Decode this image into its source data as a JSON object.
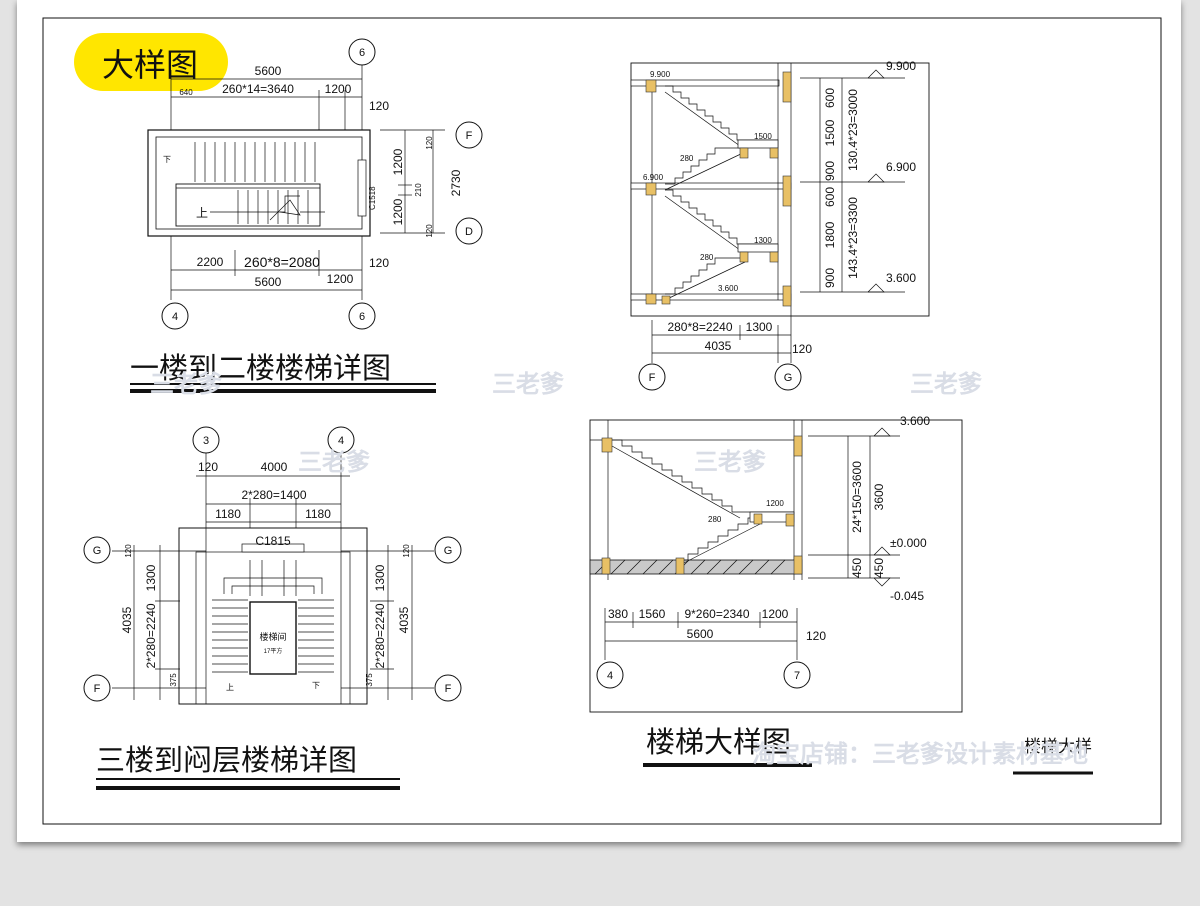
{
  "badge": {
    "text": "大样图",
    "color": "#ffe600"
  },
  "plan1": {
    "title": "一楼到二楼楼梯详图",
    "top_total": "5600",
    "top_run": "260*14=3640",
    "top_landing": "1200",
    "top_left": "640",
    "top_wall": "120",
    "right_dims": [
      "120",
      "1200",
      "210",
      "1200",
      "120"
    ],
    "right_total": "2730",
    "window": "C1518",
    "bot_left": "2200",
    "bot_run": "260*8=2080",
    "bot_landing": "1200",
    "bot_wall": "120",
    "bot_total": "5600",
    "up": "上",
    "down": "下",
    "axes": {
      "top": "6",
      "right_top": "F",
      "right_bottom": "D",
      "bottom_left": "4",
      "bottom_right": "6"
    }
  },
  "section1": {
    "levels": [
      "9.900",
      "6.900",
      "3.600"
    ],
    "inner_levels": [
      "9.900",
      "6.900",
      "3.600"
    ],
    "right_dims": [
      "600",
      "1500",
      "900",
      "600",
      "1800",
      "900"
    ],
    "right_totals": [
      "130.4*23=3000",
      "143.4*23=3300"
    ],
    "tread_labels": [
      "280",
      "1500",
      "280",
      "1300"
    ],
    "bot_dims": [
      "280*8=2240",
      "1300"
    ],
    "bot_total": "4035",
    "bot_wall": "120",
    "axes": [
      "F",
      "G"
    ]
  },
  "plan2": {
    "title": "三楼到闷层楼梯详图",
    "top_wall": "120",
    "top_total": "4000",
    "top_run": "2*280=1400",
    "top_left": "1180",
    "top_right": "1180",
    "window": "C1815",
    "room_label": "楼梯间",
    "room_area": "17平方",
    "left_dims": [
      "120",
      "1300",
      "2*280=2240",
      "375"
    ],
    "left_total": "4035",
    "right_dims": [
      "120",
      "1300",
      "2*280=2240",
      "375"
    ],
    "right_total": "4035",
    "up": "上",
    "down": "下",
    "axes": {
      "top_left": "3",
      "top_right": "4",
      "left_top": "G",
      "left_bottom": "F",
      "right_top": "G",
      "right_bottom": "F"
    }
  },
  "section2": {
    "title": "楼梯大样图",
    "levels": [
      "3.600",
      "±0.000",
      "-0.045"
    ],
    "right_dims": [
      "24*150=3600",
      "3600",
      "450",
      "450"
    ],
    "tread_labels": [
      "1200",
      "280"
    ],
    "bot_dims": [
      "380",
      "1560",
      "9*260=2340",
      "1200"
    ],
    "bot_total": "5600",
    "bot_wall": "120",
    "axes": [
      "4",
      "7"
    ]
  },
  "corner_label": "楼梯大样",
  "watermark": {
    "mark": "三老爹",
    "shop": "淘宝店铺：三老爹设计素材基地"
  }
}
